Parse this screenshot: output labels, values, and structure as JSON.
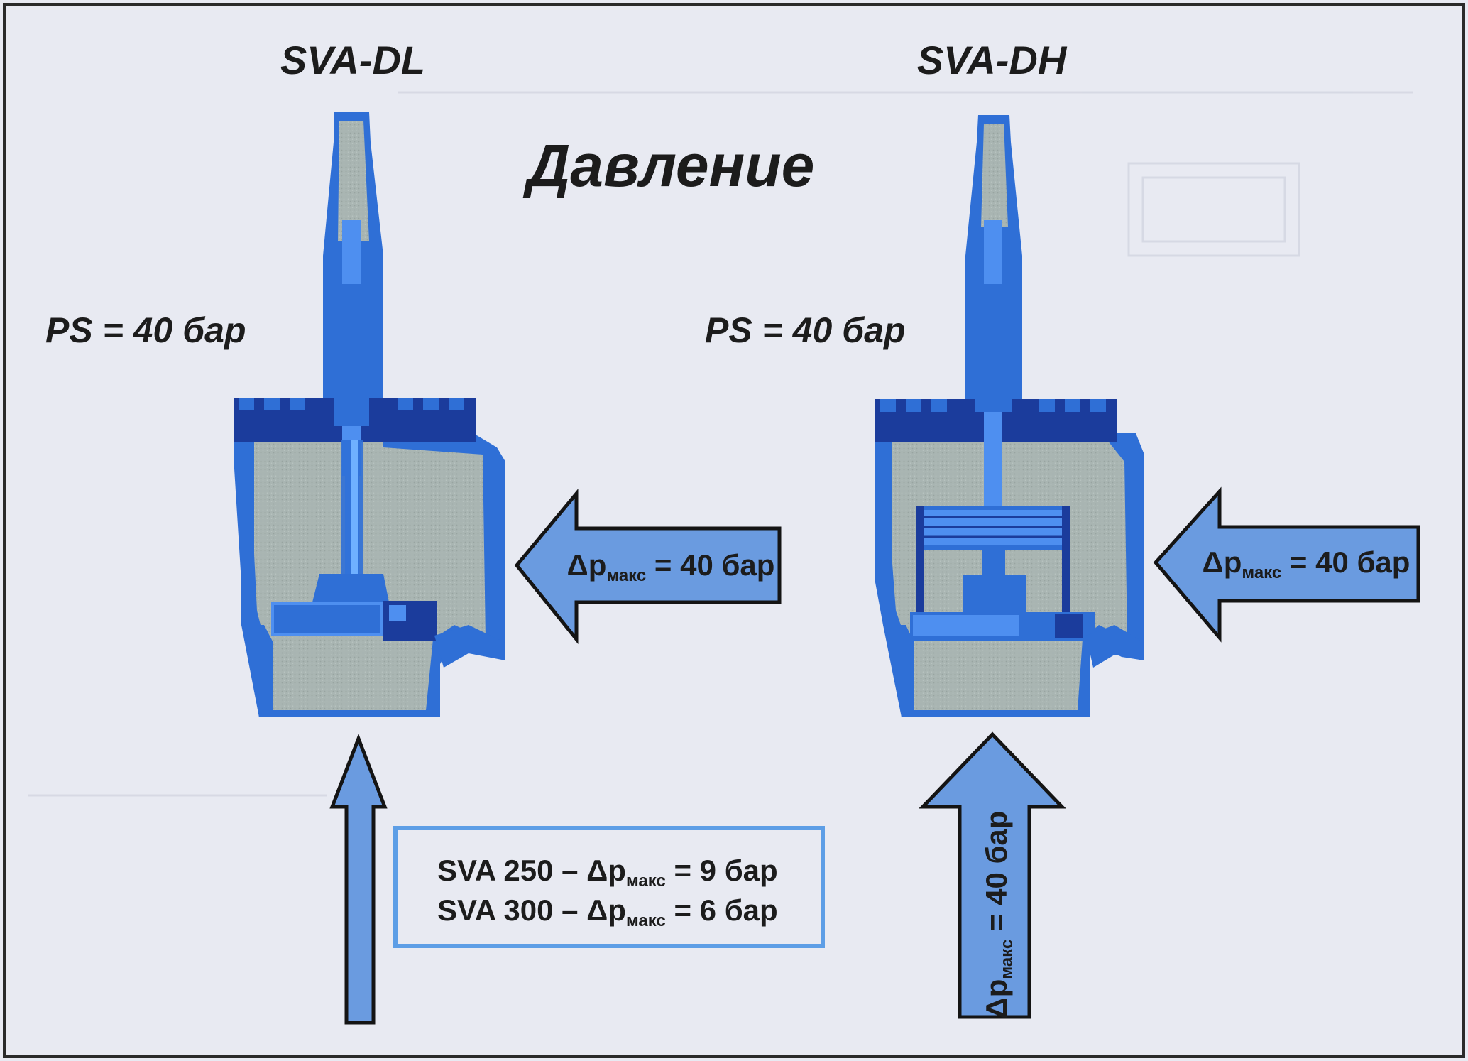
{
  "title": "Давление",
  "valves": [
    {
      "name": "SVA-DL",
      "ps_label": "PS = 40 бар"
    },
    {
      "name": "SVA-DH",
      "ps_label": "PS = 40 бар"
    }
  ],
  "side_arrows": [
    {
      "prefix": "Δp",
      "sub": "макс",
      "suffix": " = 40 бар"
    },
    {
      "prefix": "Δp",
      "sub": "макс",
      "suffix": " = 40 бар"
    }
  ],
  "bottom_arrow_dh": {
    "prefix": "Δp",
    "sub": "макс",
    "suffix": " = 40 бар"
  },
  "info_box": {
    "lines": [
      {
        "prefix": "SVA 250 – Δp",
        "sub": "макс",
        "suffix": " = 9 бар"
      },
      {
        "prefix": "SVA 300 – Δp",
        "sub": "макс",
        "suffix": " = 6 бар"
      }
    ]
  },
  "colors": {
    "background": "#e8eaf2",
    "frame": "#2a2a2a",
    "arrow_fill": "#6a9be0",
    "arrow_stroke": "#141414",
    "valve_blue": "#2f6fd6",
    "valve_dark": "#1b3c9c",
    "valve_light": "#4e8ff0",
    "cavity_gray": "#a9b5b2",
    "box_border": "#5d9ee6",
    "text": "#1c1c1c"
  }
}
